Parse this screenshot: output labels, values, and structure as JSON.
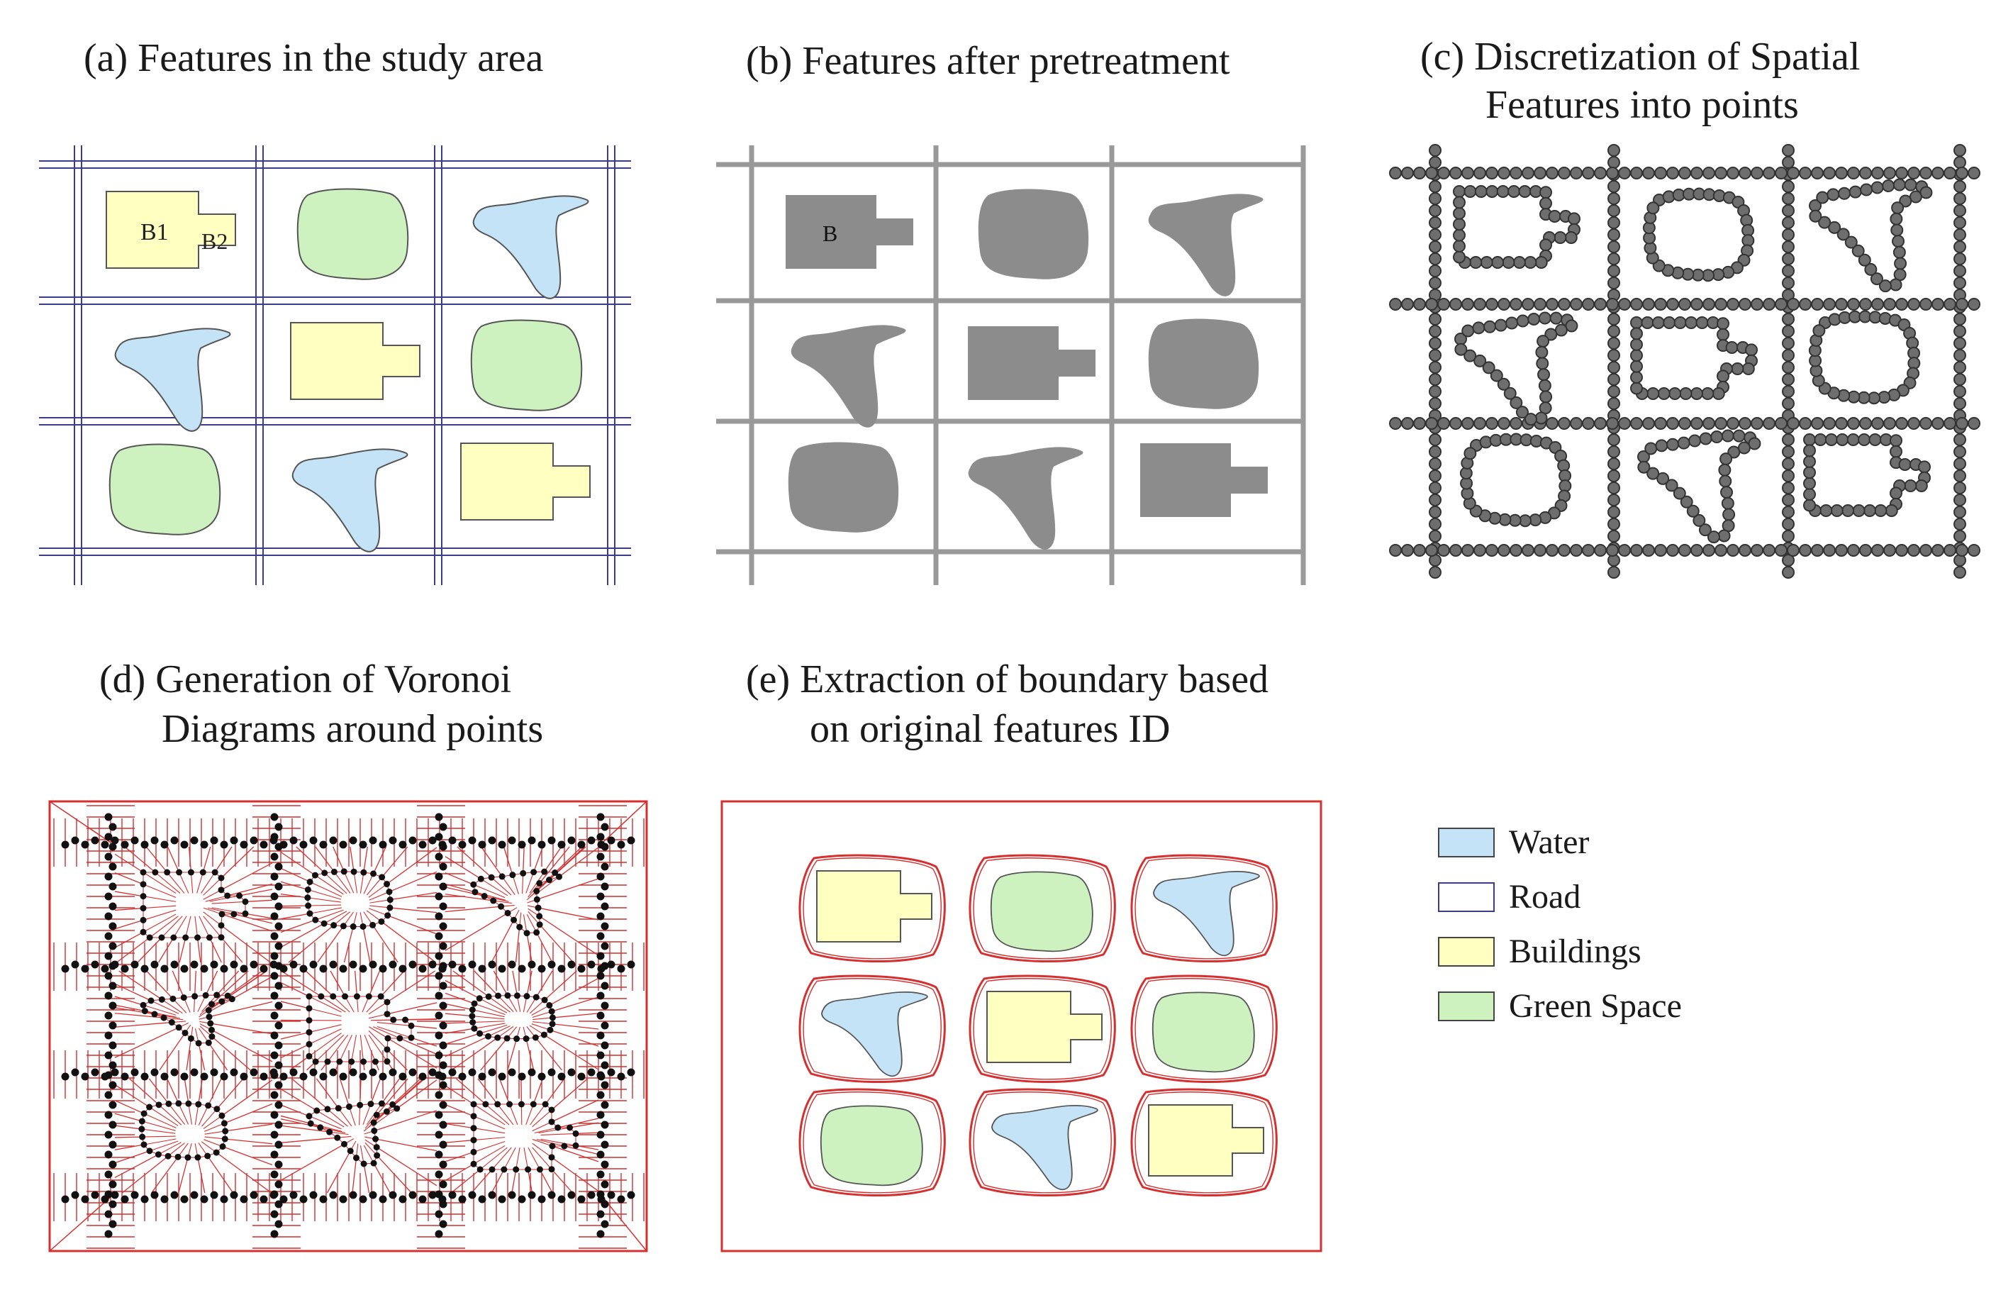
{
  "figure": {
    "panels": {
      "a": {
        "caption_line1": "(a) Features in the study area",
        "caption_line2": "",
        "label_b1": "B1",
        "label_b2": "B2"
      },
      "b": {
        "caption_line1": "(b) Features after pretreatment",
        "caption_line2": "",
        "label_b": "B"
      },
      "c": {
        "caption_line1": "(c) Discretization of Spatial",
        "caption_line2": "Features into points"
      },
      "d": {
        "caption_line1": "(d) Generation of Voronoi",
        "caption_line2": "Diagrams around points"
      },
      "e": {
        "caption_line1": "(e) Extraction of boundary based",
        "caption_line2": "on original features ID"
      }
    },
    "legend": [
      {
        "label": "Water",
        "color": "#c5e3f6"
      },
      {
        "label": "Road",
        "color": "#ffffff"
      },
      {
        "label": "Buildings",
        "color": "#ffffc2"
      },
      {
        "label": "Green Space",
        "color": "#cdf2c0"
      }
    ],
    "colors": {
      "water": "#c5e3f6",
      "building": "#ffffc2",
      "green": "#cdf2c0",
      "road": "#3c3c8c",
      "feature_gray": "#8c8c8c",
      "point": "#555555",
      "voronoi": "#d43030"
    }
  }
}
